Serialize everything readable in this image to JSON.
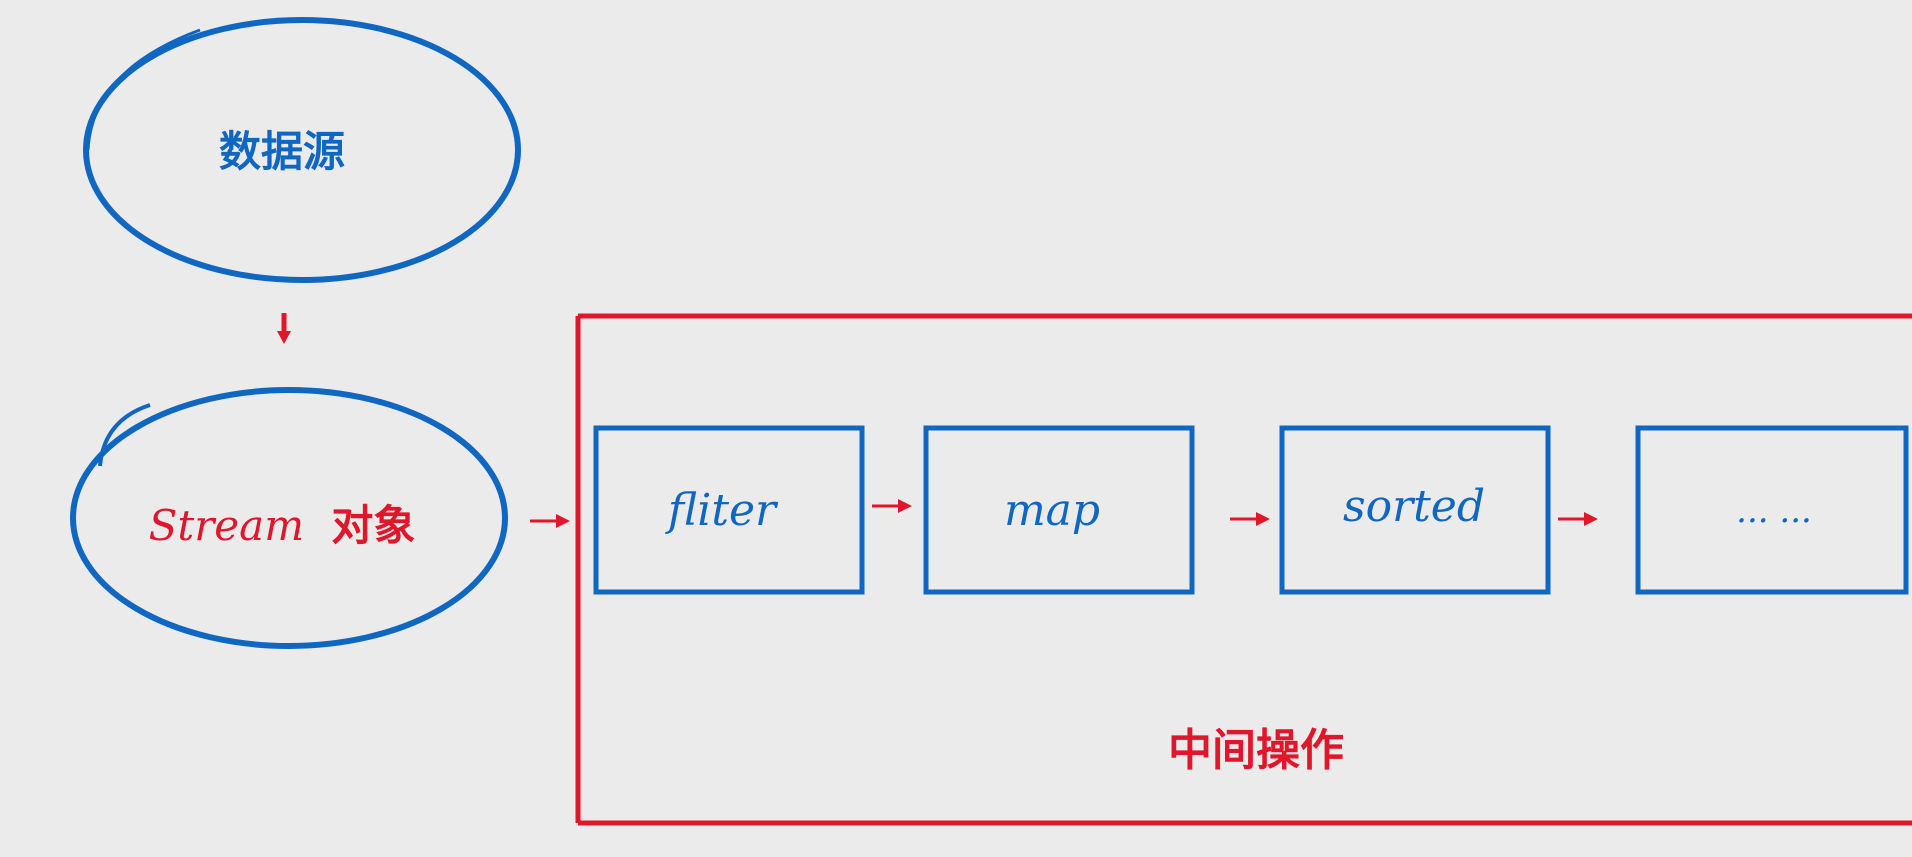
{
  "colors": {
    "background": "#ebebeb",
    "blue": "#0f67c1",
    "red": "#e0162b"
  },
  "nodes": {
    "source_label": "数据源",
    "stream_label_latin": "Stream",
    "stream_label_cjk": "对象"
  },
  "operations": {
    "group_label": "中间操作",
    "items": [
      {
        "label": "fliter"
      },
      {
        "label": "map"
      },
      {
        "label": "sorted"
      },
      {
        "label": "... ..."
      }
    ]
  },
  "arrows": {
    "down": "arrow-down-icon",
    "right": "arrow-right-icon"
  }
}
